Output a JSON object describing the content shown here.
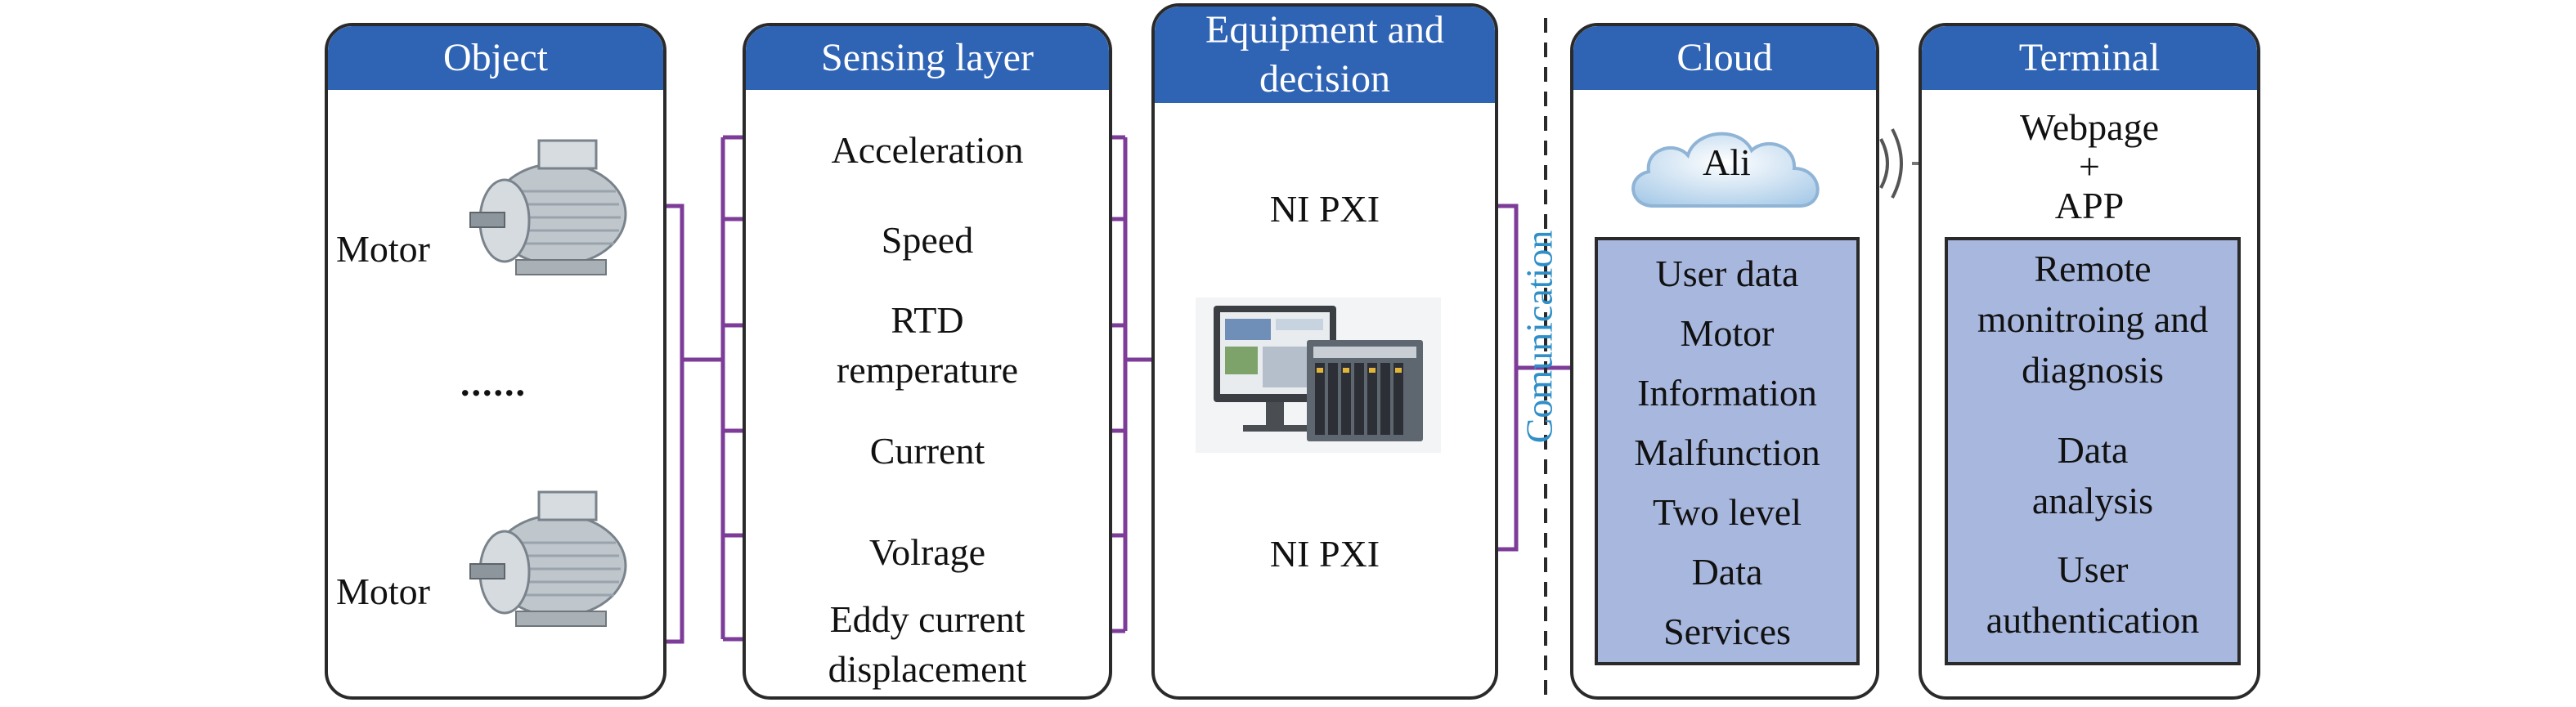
{
  "object": {
    "header": "Object",
    "motor_top": "Motor",
    "ellipsis": "......",
    "motor_bottom": "Motor"
  },
  "sensing": {
    "header": "Sensing layer",
    "items": [
      {
        "line1": "Acceleration",
        "line2": ""
      },
      {
        "line1": "Speed",
        "line2": ""
      },
      {
        "line1": "RTD",
        "line2": "remperature"
      },
      {
        "line1": "Current",
        "line2": ""
      },
      {
        "line1": "Volrage",
        "line2": ""
      },
      {
        "line1": "Eddy current",
        "line2": "displacement"
      }
    ]
  },
  "equipment": {
    "header_line1": "Equipment and",
    "header_line2": "decision",
    "top_label": "NI PXI",
    "bottom_label": "NI PXI"
  },
  "communication": "Comunication",
  "cloud": {
    "header": "Cloud",
    "cloud_label": "Ali",
    "items": [
      "User data",
      "Motor",
      "Information",
      "Malfunction",
      "Two level",
      "Data",
      "Services"
    ]
  },
  "terminal": {
    "header": "Terminal",
    "top_line1": "Webpage",
    "top_line2": "+",
    "top_line3": "APP",
    "items": [
      "Remote",
      "monitroing and",
      "diagnosis",
      "Data",
      "analysis",
      "User",
      "authentication"
    ]
  },
  "colors": {
    "header_blue": "#2f63b4",
    "box_blue": "#a8b7de",
    "wire_purple": "#7d3c98",
    "comm_text": "#2f8fc8"
  }
}
